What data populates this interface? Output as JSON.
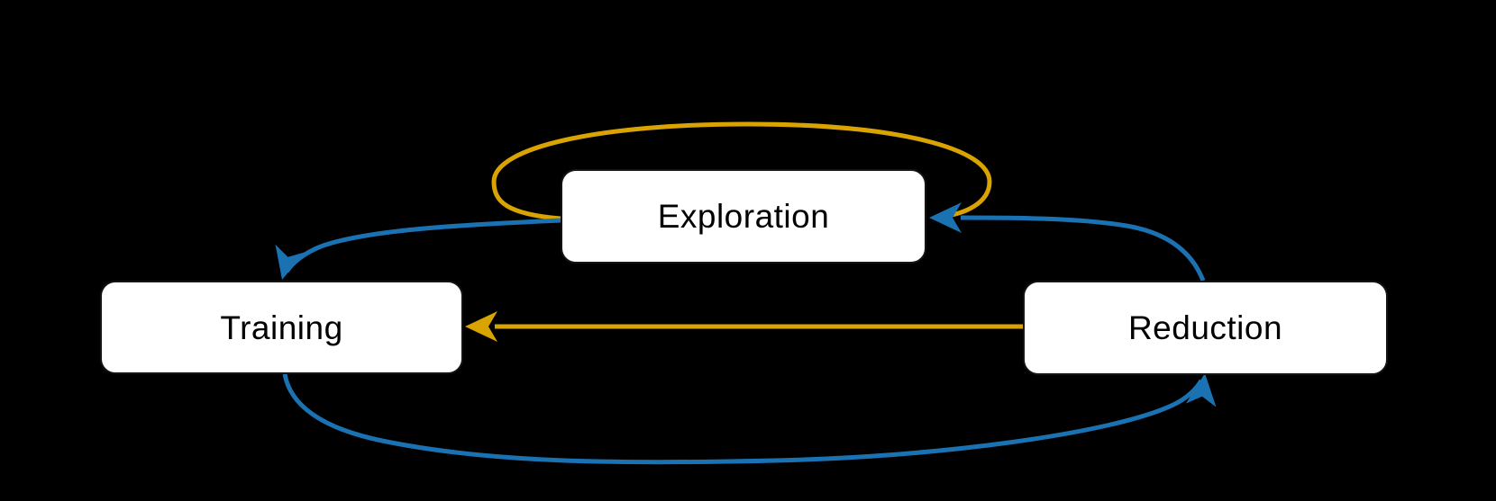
{
  "diagram": {
    "title": "",
    "background_color": "#000000",
    "node_fill_color": "#ffffff",
    "node_text_color": "#000000",
    "edge_colors": {
      "blue": "#1b72b2",
      "orange": "#d9a302"
    },
    "nodes": [
      {
        "id": "exploration",
        "label": "Exploration"
      },
      {
        "id": "training",
        "label": "Training"
      },
      {
        "id": "reduction",
        "label": "Reduction"
      }
    ],
    "edges": [
      {
        "from": "exploration",
        "to": "exploration",
        "color": "#d9a302",
        "style": "self-loop-top"
      },
      {
        "from": "exploration",
        "to": "training",
        "color": "#1b72b2",
        "style": "curved"
      },
      {
        "from": "reduction",
        "to": "exploration",
        "color": "#1b72b2",
        "style": "curved"
      },
      {
        "from": "reduction",
        "to": "training",
        "color": "#d9a302",
        "style": "straight"
      },
      {
        "from": "training",
        "to": "reduction",
        "color": "#1b72b2",
        "style": "curved-bottom"
      }
    ]
  }
}
